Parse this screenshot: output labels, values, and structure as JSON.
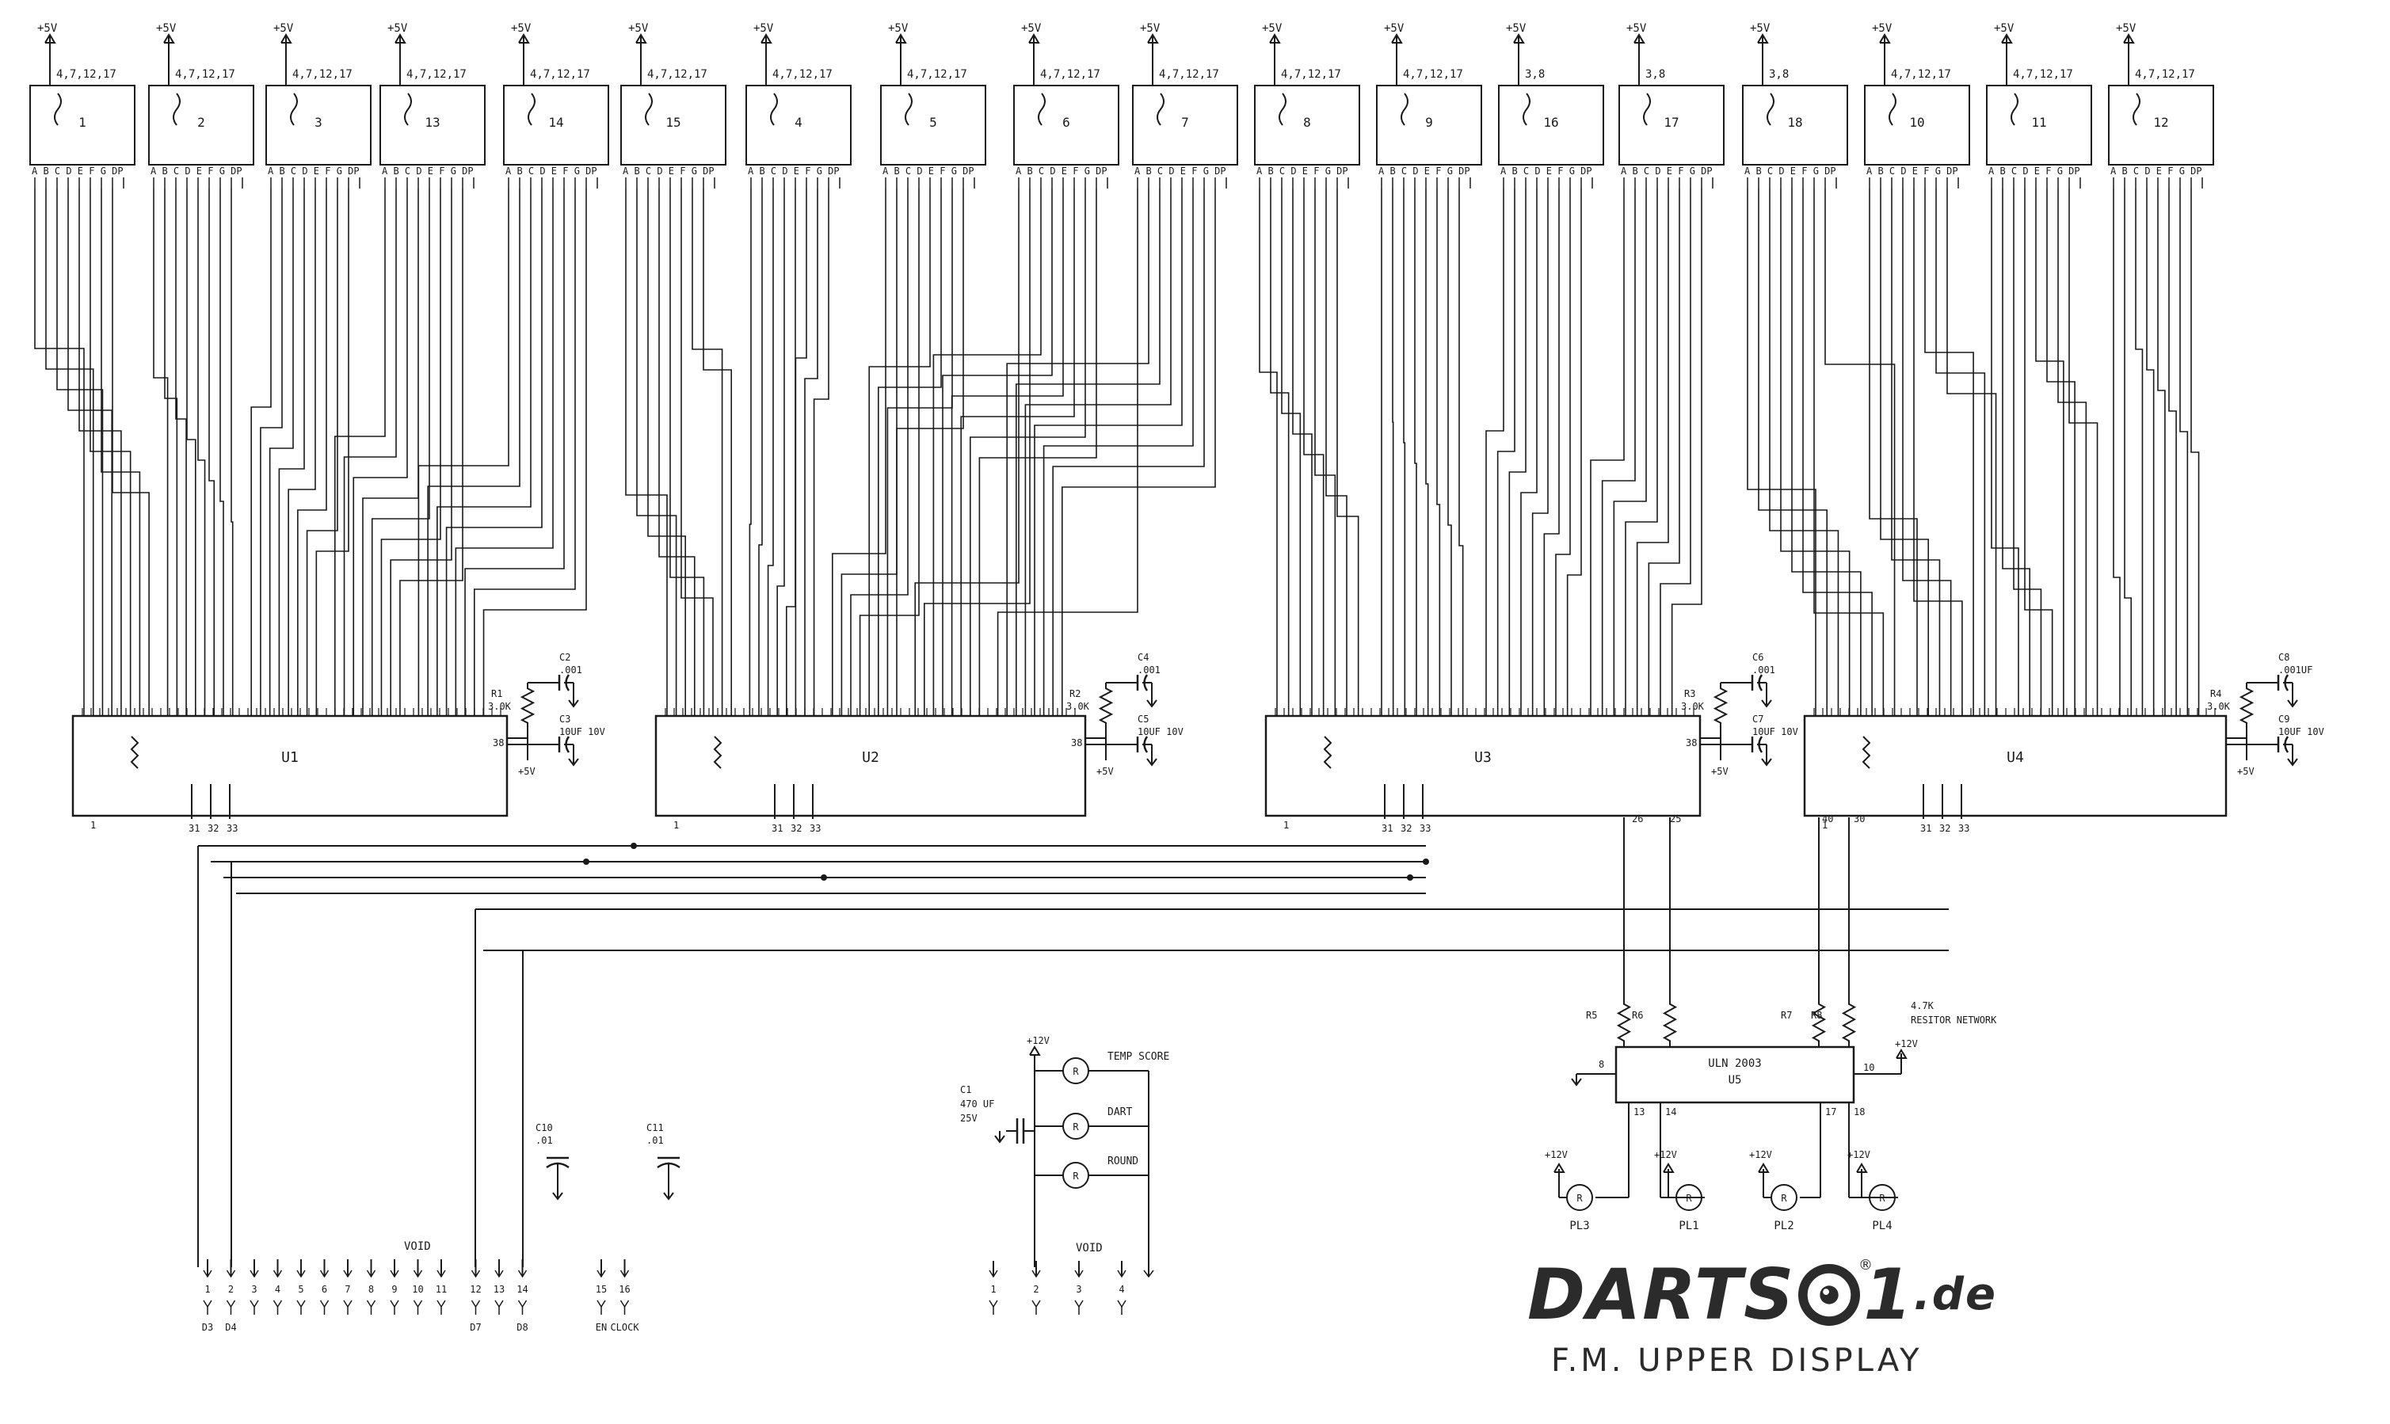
{
  "title": "F.M. UPPER DISPLAY",
  "brand": {
    "name": "DARTS",
    "numeral": "1",
    "suffix": ".de",
    "reg": "®"
  },
  "colors": {
    "ink": "#1a1a1a",
    "paper": "#ffffff",
    "logo": "#2b2b2b"
  },
  "displays": {
    "supply_label": "+5V",
    "pins_label": "4,7,12,17",
    "alt_pins_label": "3,8",
    "segment_labels": "A B C D E F G DP",
    "ids": [
      "1",
      "2",
      "3",
      "13",
      "14",
      "15",
      "4",
      "5",
      "6",
      "7",
      "8",
      "9",
      "16",
      "17",
      "18",
      "10",
      "11",
      "12"
    ]
  },
  "drivers": [
    {
      "ref": "U1",
      "r_ref": "R1",
      "r_value": "3.0K",
      "c1_ref": "C2",
      "c1_value": ".001",
      "c2_ref": "C3",
      "c2_value": "10UF 10V",
      "supply": "+5V",
      "pin": "38"
    },
    {
      "ref": "U2",
      "r_ref": "R2",
      "r_value": "3.0K",
      "c1_ref": "C4",
      "c1_value": ".001",
      "c2_ref": "C5",
      "c2_value": "10UF 10V",
      "supply": "+5V",
      "pin": "38"
    },
    {
      "ref": "U3",
      "r_ref": "R3",
      "r_value": "3.0K",
      "c1_ref": "C6",
      "c1_value": ".001",
      "c2_ref": "C7",
      "c2_value": "10UF 10V",
      "supply": "+5V",
      "pin": "38"
    },
    {
      "ref": "U4",
      "r_ref": "R4",
      "r_value": "3.0K",
      "c1_ref": "C8",
      "c1_value": ".001UF",
      "c2_ref": "C9",
      "c2_value": "10UF 10V",
      "supply": "+5V",
      "pin": ""
    }
  ],
  "driver_pins": {
    "p1": "1",
    "p31": "31",
    "p32": "32",
    "p33": "33",
    "p26": "26",
    "p25": "25",
    "p40": "40",
    "p30": "30"
  },
  "uln": {
    "ref": "U5",
    "part": "ULN 2003",
    "network": "4.7K",
    "network_label": "RESITOR NETWORK",
    "supply": "+12V",
    "gnd_pin": "8",
    "vcc_pin": "10",
    "resistors": [
      "R5",
      "R6",
      "R7",
      "R8"
    ],
    "pins": [
      "13",
      "14",
      "17",
      "18"
    ],
    "lamps": [
      {
        "label": "PL3",
        "supply": "+12V"
      },
      {
        "label": "PL1",
        "supply": "+12V"
      },
      {
        "label": "PL2",
        "supply": "+12V"
      },
      {
        "label": "PL4",
        "supply": "+12V"
      }
    ]
  },
  "connector1": {
    "void_label": "VOID",
    "pins": [
      "1",
      "2",
      "3",
      "4",
      "5",
      "6",
      "7",
      "8",
      "9",
      "10",
      "11",
      "12",
      "13",
      "14",
      "15",
      "16"
    ],
    "signals": [
      {
        "pin": "1",
        "label": "D3"
      },
      {
        "pin": "2",
        "label": "D4"
      },
      {
        "pin": "12",
        "label": "D7"
      },
      {
        "pin": "14",
        "label": "D8"
      },
      {
        "pin": "15",
        "label": "EN"
      },
      {
        "pin": "16",
        "label": "CLOCK"
      }
    ],
    "caps": [
      {
        "ref": "C10",
        "value": ".01"
      },
      {
        "ref": "C11",
        "value": ".01"
      }
    ]
  },
  "lamps_block": {
    "supply": "+12V",
    "cap_ref": "C1",
    "cap_value": "470 UF",
    "cap_voltage": "25V",
    "lamp_labels": [
      "TEMP SCORE",
      "DART",
      "ROUND"
    ],
    "lamp_symbol": "R",
    "void_label": "VOID",
    "pins": [
      "1",
      "2",
      "3",
      "4"
    ]
  }
}
